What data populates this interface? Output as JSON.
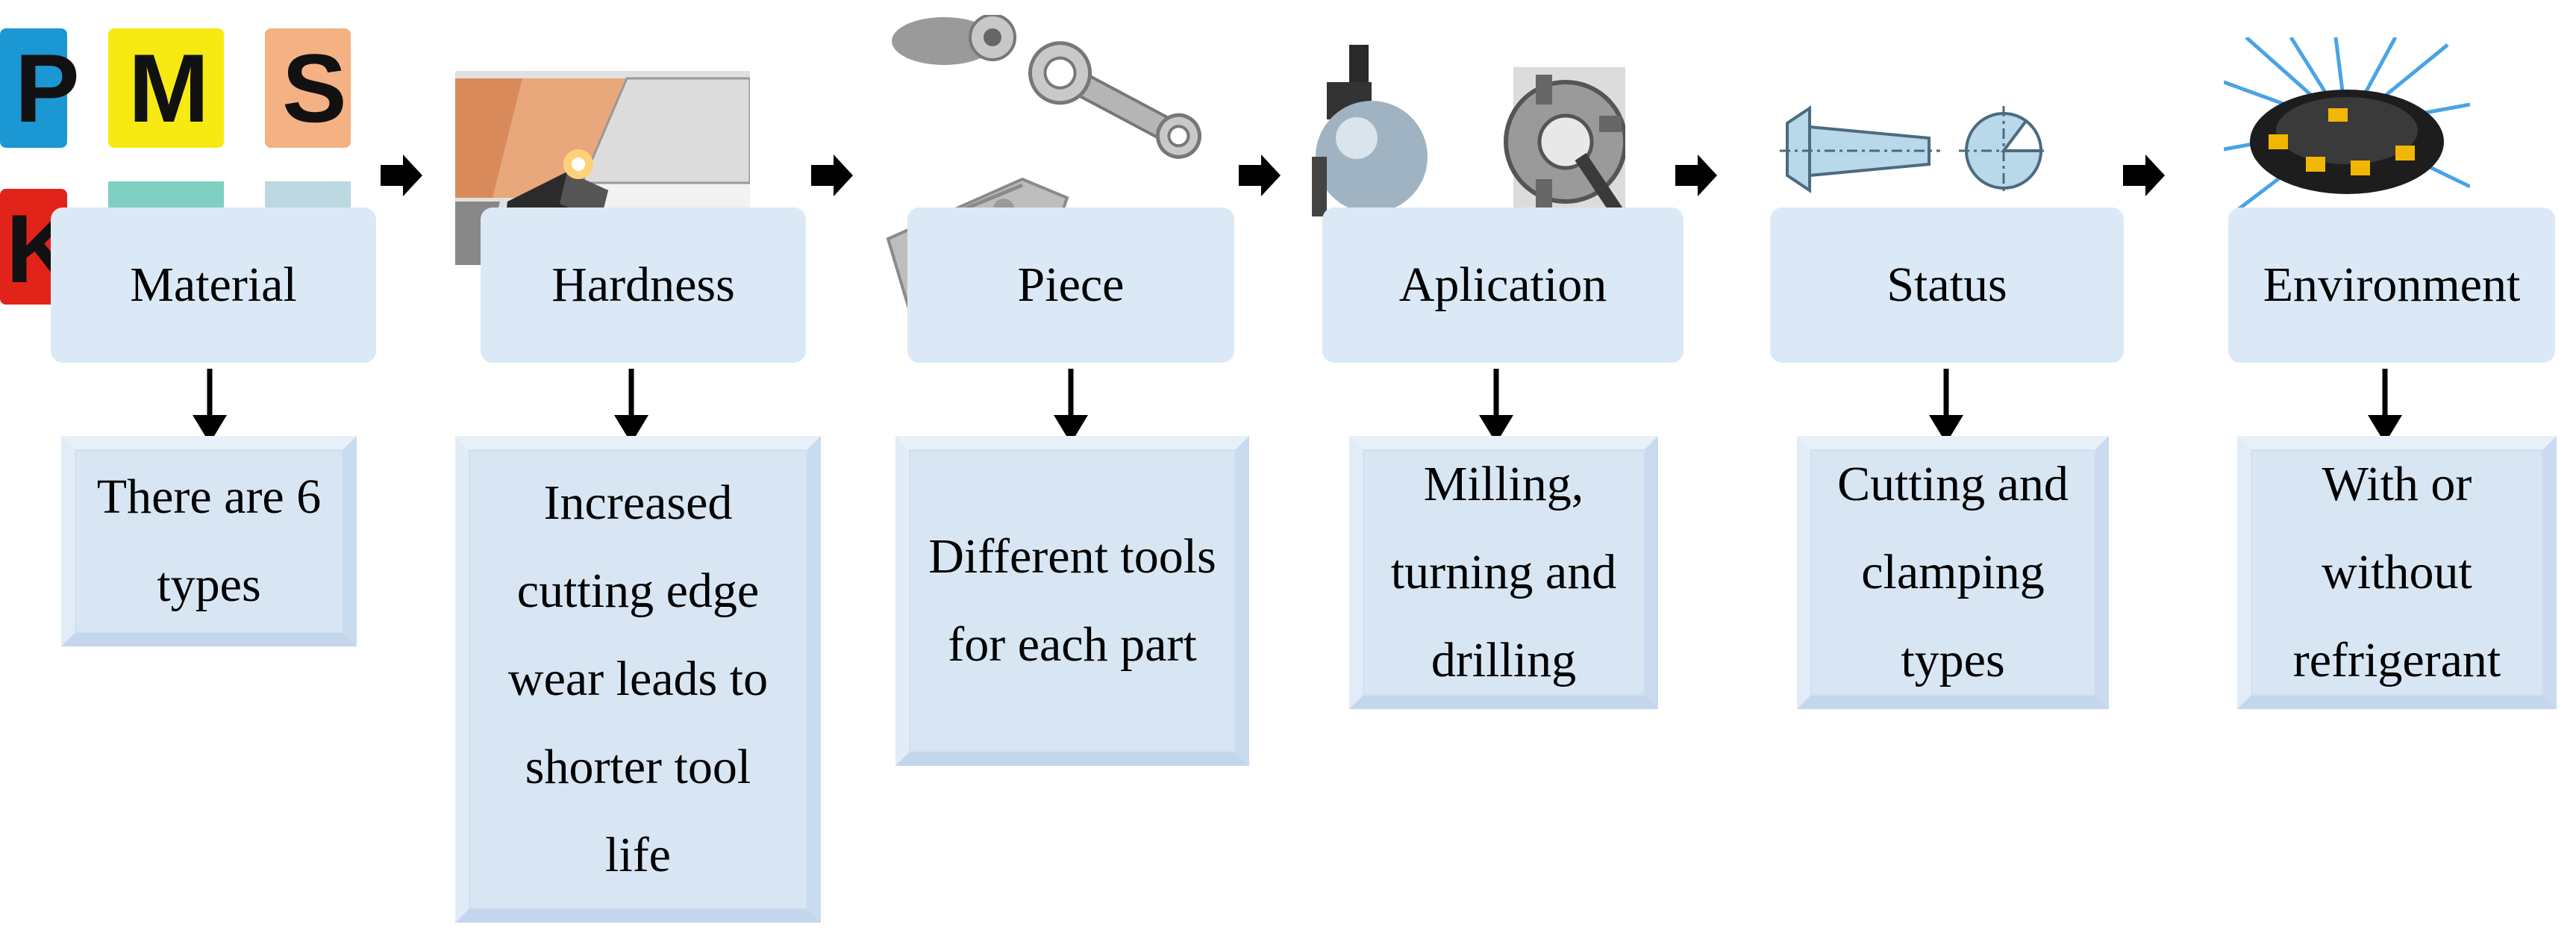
{
  "steps": [
    {
      "header": "Material",
      "description_lines": [
        "There are 6",
        "types"
      ],
      "image_letters": [
        "P",
        "M",
        "S",
        "K"
      ]
    },
    {
      "header": "Hardness",
      "description_lines": [
        "Increased",
        "cutting edge",
        "wear leads to",
        "shorter tool",
        "life"
      ]
    },
    {
      "header": "Piece",
      "description_lines": [
        "Different tools",
        "for each part"
      ]
    },
    {
      "header": "Aplication",
      "description_lines": [
        "Milling,",
        "turning and",
        "drilling"
      ]
    },
    {
      "header": "Status",
      "description_lines": [
        "Cutting and",
        "clamping",
        "types"
      ]
    },
    {
      "header": "Environment",
      "description_lines": [
        "With or",
        "without",
        "refrigerant"
      ]
    }
  ],
  "colors": {
    "box_fill": "#dbe9f6",
    "arrow": "#000000",
    "iso_p": "#1b97d4",
    "iso_m": "#f6ea12",
    "iso_s": "#f4b184",
    "iso_k": "#e2231a"
  },
  "icons": [
    "material-iso-chart-image",
    "turning-insert-image",
    "workpieces-image",
    "milling-tools-image",
    "clamping-profile-image",
    "coolant-milling-cutter-image"
  ]
}
